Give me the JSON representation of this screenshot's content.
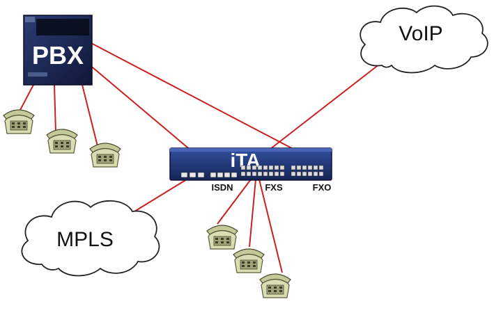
{
  "nodes": {
    "pbx": {
      "label": "PBX"
    },
    "ita": {
      "label": "iTA",
      "ports": {
        "isdn": "ISDN",
        "fxs": "FXS",
        "fxo": "FXO"
      }
    },
    "voip": {
      "label": "VoIP"
    },
    "mpls": {
      "label": "MPLS"
    }
  },
  "links": [
    {
      "from": "pbx",
      "to": "ita-fxo"
    },
    {
      "from": "pbx",
      "to": "ita-isdn"
    },
    {
      "from": "ita",
      "to": "voip"
    },
    {
      "from": "ita",
      "to": "mpls"
    },
    {
      "from": "pbx",
      "to": "phone"
    },
    {
      "from": "pbx",
      "to": "phone"
    },
    {
      "from": "pbx",
      "to": "phone"
    },
    {
      "from": "ita-fxs",
      "to": "phone"
    },
    {
      "from": "ita-fxs",
      "to": "phone"
    },
    {
      "from": "ita-fxs",
      "to": "phone"
    }
  ],
  "colors": {
    "link": "#cc1f1f",
    "pbx_body": "#1c2a55",
    "ita_body": "#1f3570",
    "cloud_fill": "#ffffff",
    "cloud_stroke": "#222222",
    "phone_body": "#d8ddb0"
  }
}
